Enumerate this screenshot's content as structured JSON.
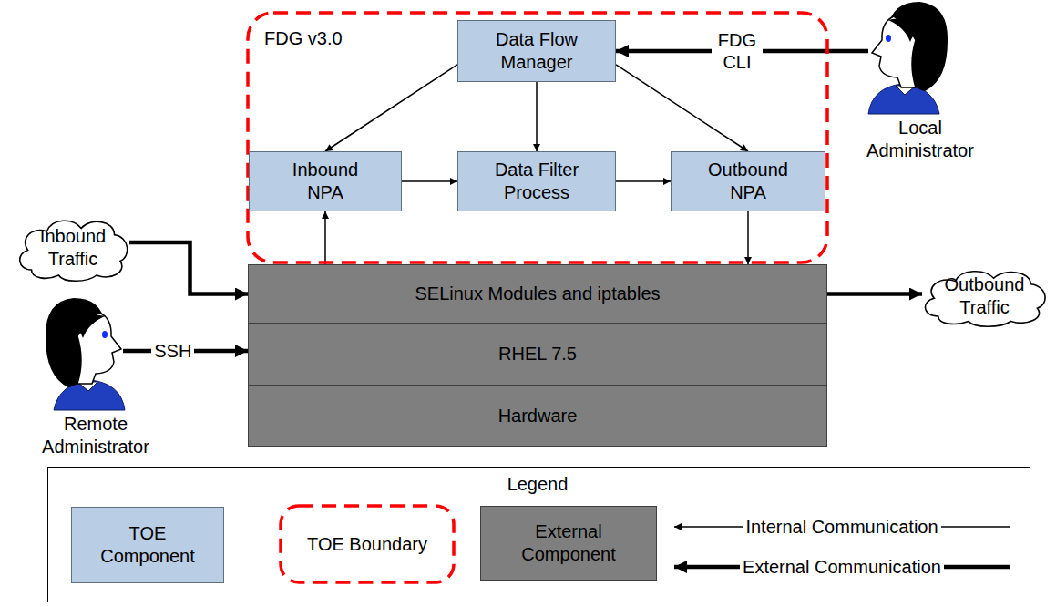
{
  "diagram": {
    "nodes": [
      {
        "text": [
          "FDG v3.0"
        ]
      },
      {
        "text": [
          "Data Flow Manager"
        ],
        "in": 0
      },
      {
        "text": [
          "Inbound NPA"
        ],
        "in": 0
      },
      {
        "text": [
          "Data Filter Process"
        ],
        "in": 0
      },
      {
        "text": [
          "Outbound NPA"
        ],
        "in": 0
      },
      {
        "text": [
          "SELinux Modules and iptables"
        ]
      },
      {
        "text": [
          "RHEL 7.5"
        ]
      },
      {
        "text": [
          "Hardware"
        ]
      },
      {
        "text": [
          "Inbound Traffic"
        ]
      },
      {
        "text": [
          "Outbound Traffic"
        ]
      },
      {
        "text": [
          "Local Administrator"
        ]
      },
      {
        "text": [
          "Remote Administrator"
        ]
      }
    ],
    "edges": [
      {
        "from": 10,
        "to": 1,
        "label": "FDG CLI",
        "arrow": "to"
      },
      {
        "from": 1,
        "to": 2,
        "arrow": "to"
      },
      {
        "from": 1,
        "to": 3,
        "arrow": "to"
      },
      {
        "from": 1,
        "to": 4,
        "arrow": "to"
      },
      {
        "from": 2,
        "to": 3,
        "arrow": "to"
      },
      {
        "from": 3,
        "to": 4,
        "arrow": "to"
      },
      {
        "from": 5,
        "to": 2,
        "arrow": "to"
      },
      {
        "from": 4,
        "to": 5,
        "arrow": "to"
      },
      {
        "from": 8,
        "to": 5,
        "arrow": "to"
      },
      {
        "from": 5,
        "to": 9,
        "arrow": "to"
      },
      {
        "from": 11,
        "to": 6,
        "label": "SSH",
        "arrow": "to"
      }
    ],
    "labels": [
      "Legend"
    ],
    "legend": [
      {
        "text": "TOE Component",
        "color": "#b9cde5"
      },
      {
        "text": "TOE Boundary"
      },
      {
        "text": "External Component",
        "color": "#7f7f7f"
      },
      {
        "text": "Internal Communication"
      },
      {
        "text": "External Communication"
      }
    ]
  }
}
